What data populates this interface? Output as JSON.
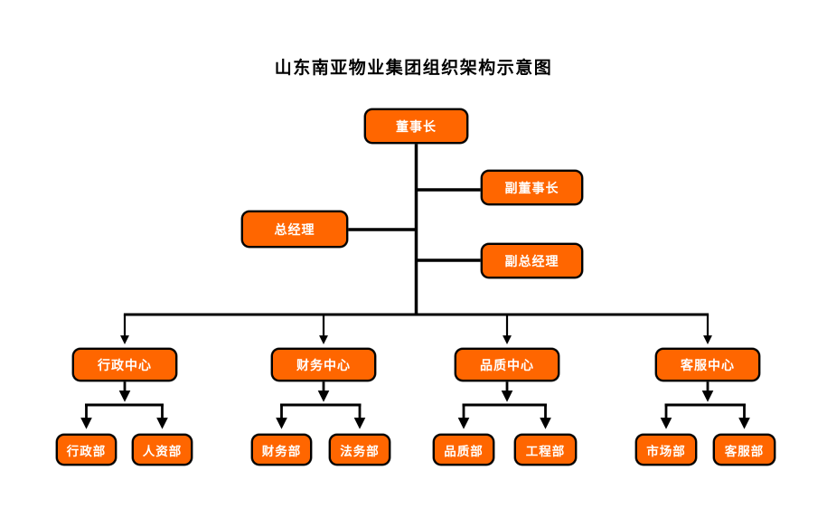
{
  "title": "山东南亚物业集团组织架构示意图",
  "colors": {
    "node_fill": "#FF6600",
    "node_border": "#000000",
    "node_text": "#FFFFFF",
    "connector": "#000000",
    "background": "#FFFFFF",
    "title_text": "#000000"
  },
  "org": {
    "root": {
      "label": "董事长"
    },
    "staff": [
      {
        "label": "副董事长",
        "side": "right"
      },
      {
        "label": "总经理",
        "side": "left"
      },
      {
        "label": "副总经理",
        "side": "right"
      }
    ],
    "centers": [
      {
        "label": "行政中心",
        "departments": [
          {
            "label": "行政部"
          },
          {
            "label": "人资部"
          }
        ]
      },
      {
        "label": "财务中心",
        "departments": [
          {
            "label": "财务部"
          },
          {
            "label": "法务部"
          }
        ]
      },
      {
        "label": "品质中心",
        "departments": [
          {
            "label": "品质部"
          },
          {
            "label": "工程部"
          }
        ]
      },
      {
        "label": "客服中心",
        "departments": [
          {
            "label": "市场部"
          },
          {
            "label": "客服部"
          }
        ]
      }
    ]
  }
}
